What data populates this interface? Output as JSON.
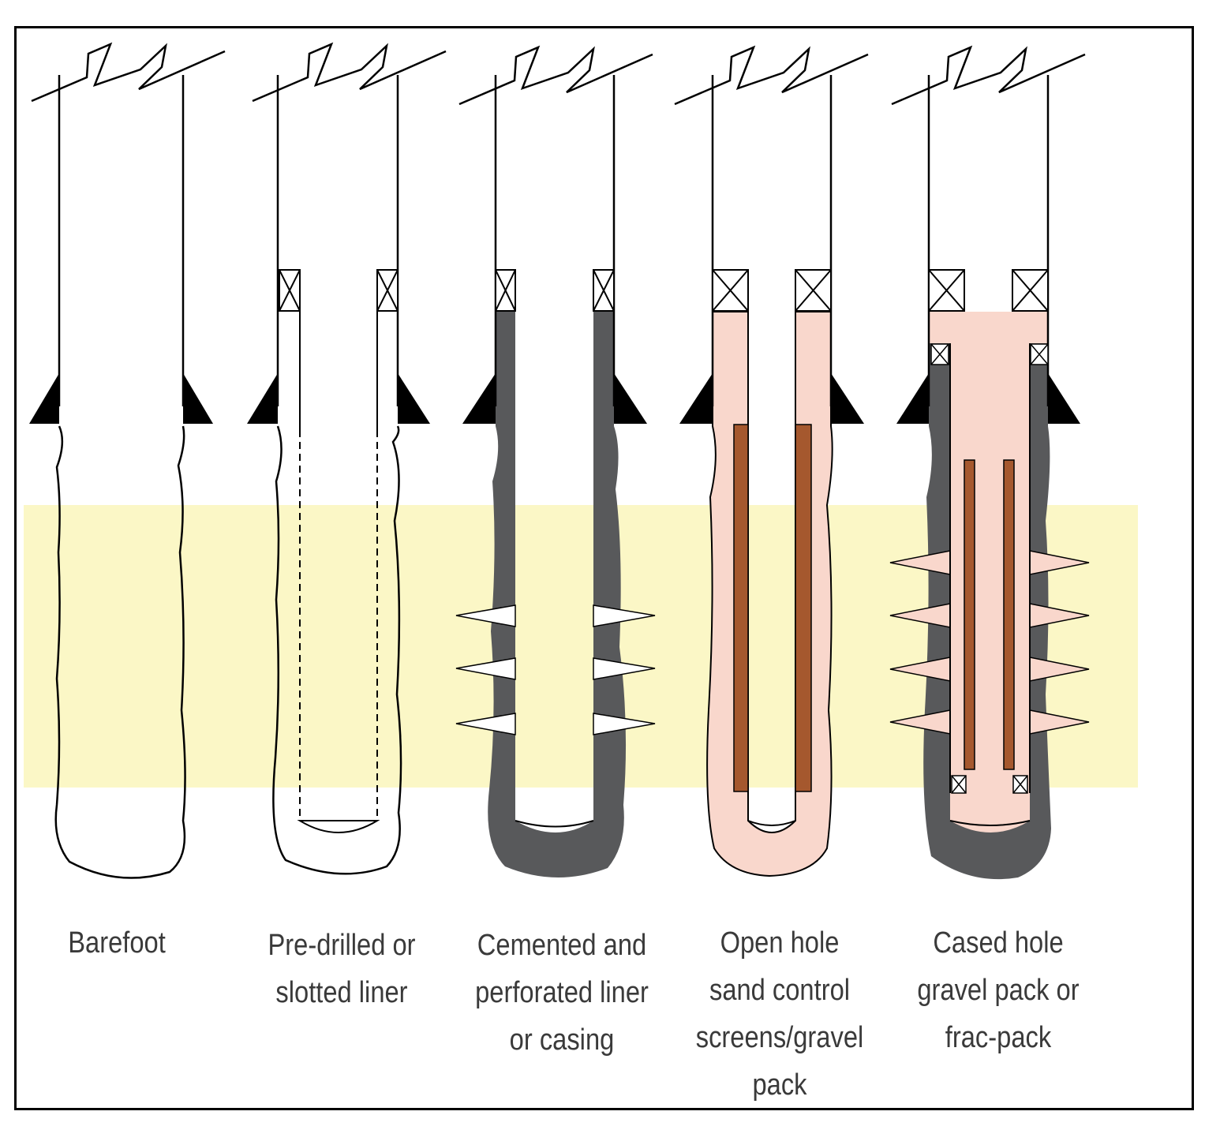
{
  "colors": {
    "zone": "#fbf7c6",
    "cement": "#58595b",
    "gravel": "#f9d7cc",
    "screen": "#a5582e",
    "line": "#000000",
    "text": "#3a3a3a"
  },
  "completions": [
    {
      "id": "barefoot",
      "caption": [
        "Barefoot"
      ]
    },
    {
      "id": "slotted",
      "caption": [
        "Pre-drilled or",
        "slotted liner"
      ]
    },
    {
      "id": "cemented",
      "caption": [
        "Cemented and",
        "perforated liner",
        "or casing"
      ]
    },
    {
      "id": "openhole",
      "caption": [
        "Open hole",
        "sand control",
        "screens/gravel",
        "pack"
      ]
    },
    {
      "id": "casedhole",
      "caption": [
        "Cased hole",
        "gravel pack or",
        "frac-pack"
      ]
    }
  ]
}
